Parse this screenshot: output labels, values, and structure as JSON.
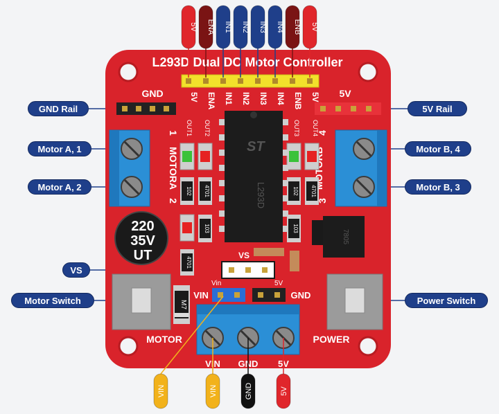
{
  "board": {
    "title": "L293D Dual DC Motor Controller",
    "chip_label": "L293D",
    "gnd_label": "GND",
    "fivev_label": "5V",
    "header_pins": [
      "5V",
      "ENA",
      "IN1",
      "IN2",
      "IN3",
      "IN4",
      "ENB",
      "5V"
    ],
    "motor_a_label": "MOTORA",
    "motor_a_num1": "1",
    "motor_a_num2": "2",
    "motor_b_label": "MOTORB",
    "motor_b_num4": "4",
    "motor_b_num3": "3",
    "out_labels": [
      "OUT1",
      "OUT2",
      "OUT3",
      "OUT4"
    ],
    "resistor_labels": [
      "102",
      "4701",
      "103",
      "4701",
      "102",
      "4701",
      "103"
    ],
    "capacitor": [
      "220",
      "35V",
      "UT"
    ],
    "vs_label": "VS",
    "vin_small": "Vin",
    "fivev_small": "5V",
    "vin_header": "VIN",
    "gnd_header": "GND",
    "diode_label": "M7",
    "regulator_label": "7805",
    "motor_switch_text": "MOTOR",
    "power_switch_text": "POWER",
    "terminal_labels": [
      "VIN",
      "GND",
      "5V"
    ]
  },
  "top_pin_tags": [
    {
      "label": "5V",
      "color": "#e0262b"
    },
    {
      "label": "ENA",
      "color": "#7a1414"
    },
    {
      "label": "IN1",
      "color": "#1f3f8a"
    },
    {
      "label": "IN2",
      "color": "#1f3f8a"
    },
    {
      "label": "IN3",
      "color": "#1f3f8a"
    },
    {
      "label": "IN4",
      "color": "#1f3f8a"
    },
    {
      "label": "ENB",
      "color": "#7a1414"
    },
    {
      "label": "5V",
      "color": "#e0262b"
    }
  ],
  "bottom_pin_tags": [
    {
      "label": "VIN",
      "color": "#f2b21b",
      "text": "#ffffff"
    },
    {
      "label": "VIN",
      "color": "#f2b21b",
      "text": "#ffffff"
    },
    {
      "label": "GND",
      "color": "#111111",
      "text": "#ffffff"
    },
    {
      "label": "5V",
      "color": "#e0262b",
      "text": "#ffffff"
    }
  ],
  "callouts": {
    "gnd_rail": "GND Rail",
    "fivev_rail": "5V Rail",
    "motor_a1": "Motor A, 1",
    "motor_a2": "Motor A, 2",
    "motor_b4": "Motor B, 4",
    "motor_b3": "Motor B, 3",
    "vs": "VS",
    "motor_switch": "Motor Switch",
    "power_switch": "Power Switch"
  },
  "colors": {
    "pcb": "#d9232b",
    "callout": "#1f3f8a",
    "terminal": "#2b8fd6",
    "header_yellow": "#f2e12b"
  }
}
